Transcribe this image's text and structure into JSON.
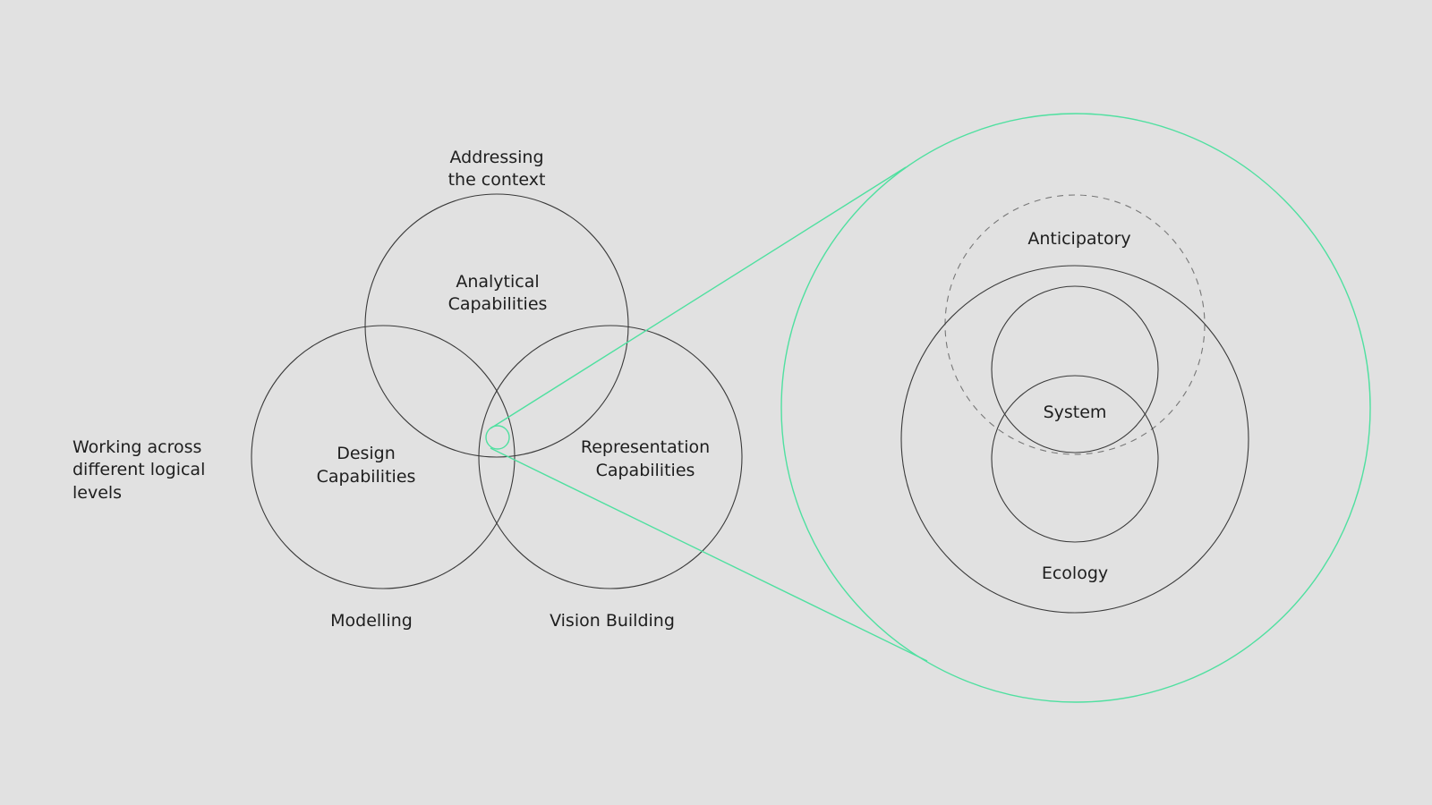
{
  "colors": {
    "background": "#e1e1e1",
    "line": "#3a3a3a",
    "accent": "#4fe0a0",
    "dashed": "#777777"
  },
  "venn": {
    "top": {
      "outer_label": [
        "Addressing",
        "the context"
      ],
      "inner_label": [
        "Analytical",
        "Capabilities"
      ]
    },
    "left": {
      "outer_label": "Modelling",
      "inner_label": [
        "Design",
        "Capabilities"
      ]
    },
    "right": {
      "outer_label": "Vision Building",
      "inner_label": [
        "Representation",
        "Capabilities"
      ]
    },
    "side_label": [
      "Working across",
      "different logical",
      "levels"
    ]
  },
  "zoom": {
    "anticipatory": "Anticipatory",
    "system": "System",
    "ecology": "Ecology"
  }
}
